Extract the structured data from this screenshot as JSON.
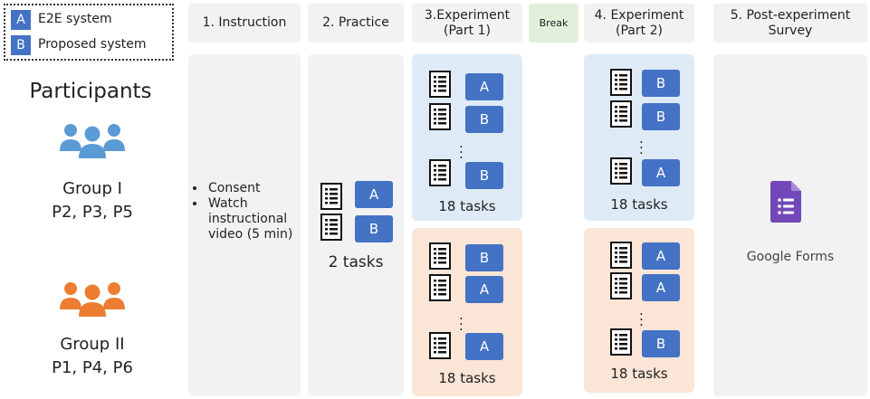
{
  "legend": [
    {
      "badge": "A",
      "label": "E2E system"
    },
    {
      "badge": "B",
      "label": "Proposed system"
    }
  ],
  "participants_title": "Participants",
  "groups": [
    {
      "name": "Group  I",
      "members": "P2, P3, P5",
      "color": "#5B9BD5"
    },
    {
      "name": "Group  II",
      "members": "P1, P4, P6",
      "color": "#ED7D31"
    }
  ],
  "phases": {
    "instruction": "1. Instruction",
    "practice": "2. Practice",
    "exp1": "3.Experiment\n(Part 1)",
    "break": "Break",
    "exp2": "4. Experiment\n(Part 2)",
    "survey": "5. Post-experiment\nSurvey"
  },
  "instruction_items": [
    "Consent",
    "Watch instructional video (5 min)"
  ],
  "practice": {
    "systems": [
      "A",
      "B"
    ],
    "tasks": "2 tasks"
  },
  "exp1": {
    "group1": {
      "systems": [
        "A",
        "B",
        "B"
      ],
      "tasks": "18 tasks"
    },
    "group2": {
      "systems": [
        "B",
        "A",
        "A"
      ],
      "tasks": "18 tasks"
    }
  },
  "exp2": {
    "group1": {
      "systems": [
        "B",
        "B",
        "A"
      ],
      "tasks": "18 tasks"
    },
    "group2": {
      "systems": [
        "A",
        "A",
        "B"
      ],
      "tasks": "18 tasks"
    }
  },
  "survey": {
    "tool": "Google Forms"
  },
  "colors": {
    "system_badge": "#4472C4",
    "panel_group1": "#DEEBF7",
    "panel_group2": "#FBE5D6",
    "column_bg": "#F2F2F2",
    "forms_purple": "#7248B9"
  }
}
